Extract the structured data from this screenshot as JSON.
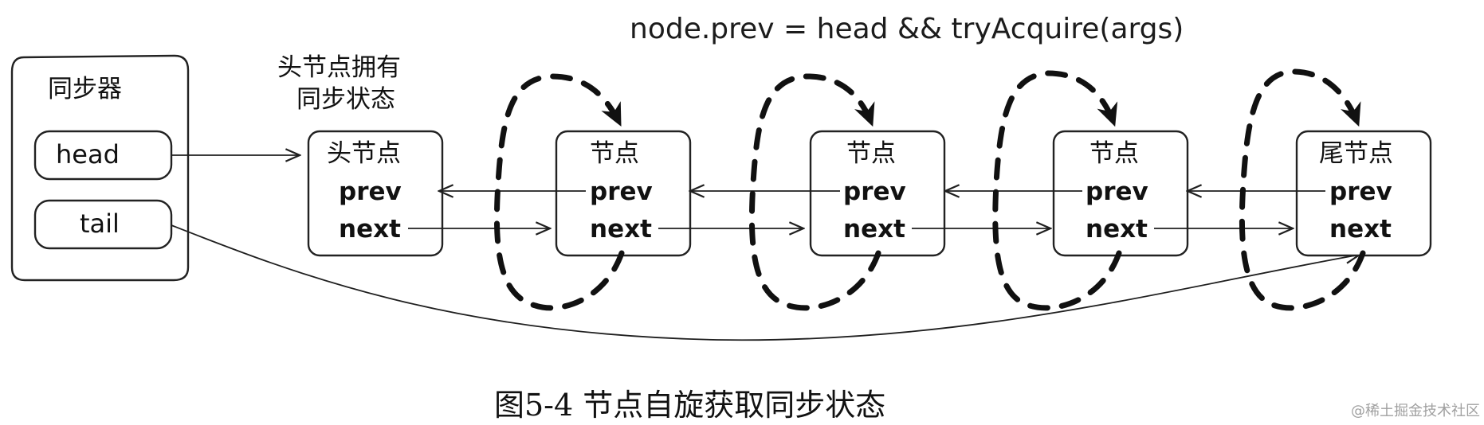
{
  "condition": "node.prev = head && tryAcquire(args)",
  "synchronizer": {
    "title": "同步器",
    "head_label": "head",
    "tail_label": "tail"
  },
  "head_note": {
    "line1": "头节点拥有",
    "line2": "同步状态"
  },
  "nodes": [
    {
      "title": "头节点",
      "prev": "prev",
      "next": "next"
    },
    {
      "title": "节点",
      "prev": "prev",
      "next": "next"
    },
    {
      "title": "节点",
      "prev": "prev",
      "next": "next"
    },
    {
      "title": "节点",
      "prev": "prev",
      "next": "next"
    },
    {
      "title": "尾节点",
      "prev": "prev",
      "next": "next"
    }
  ],
  "caption": "图5-4   节点自旋获取同步状态",
  "watermark": "@稀土掘金技术社区"
}
